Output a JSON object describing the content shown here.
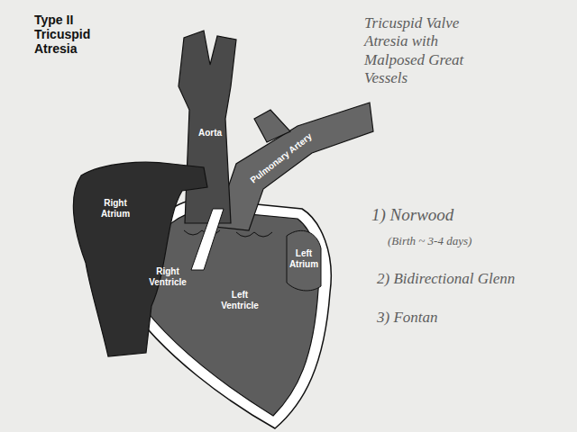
{
  "diagram": {
    "title": "Type II Tricuspid Atresia",
    "labels": [
      "Aorta",
      "Pulmonary Artery",
      "Right Atrium",
      "Left Atrium",
      "Right Ventricle",
      "Left Ventricle",
      "Tricuspid Valve Atresia with Malposed Great Vessels",
      "1) Norwood",
      "(Birth ~ 3-4 days)",
      "2) Bidirectional Glenn",
      "3) Fontan"
    ]
  }
}
